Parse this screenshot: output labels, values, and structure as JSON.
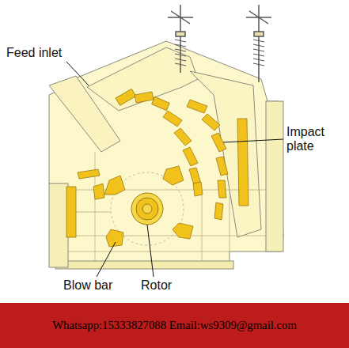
{
  "diagram": {
    "nodes": [
      {
        "text": [
          "Whatsapp:15333827088 Email:ws9309@gmail.com"
        ]
      }
    ],
    "labels": [
      "Feed inlet",
      "Impact plate",
      "Blow bar",
      "Rotor"
    ]
  }
}
